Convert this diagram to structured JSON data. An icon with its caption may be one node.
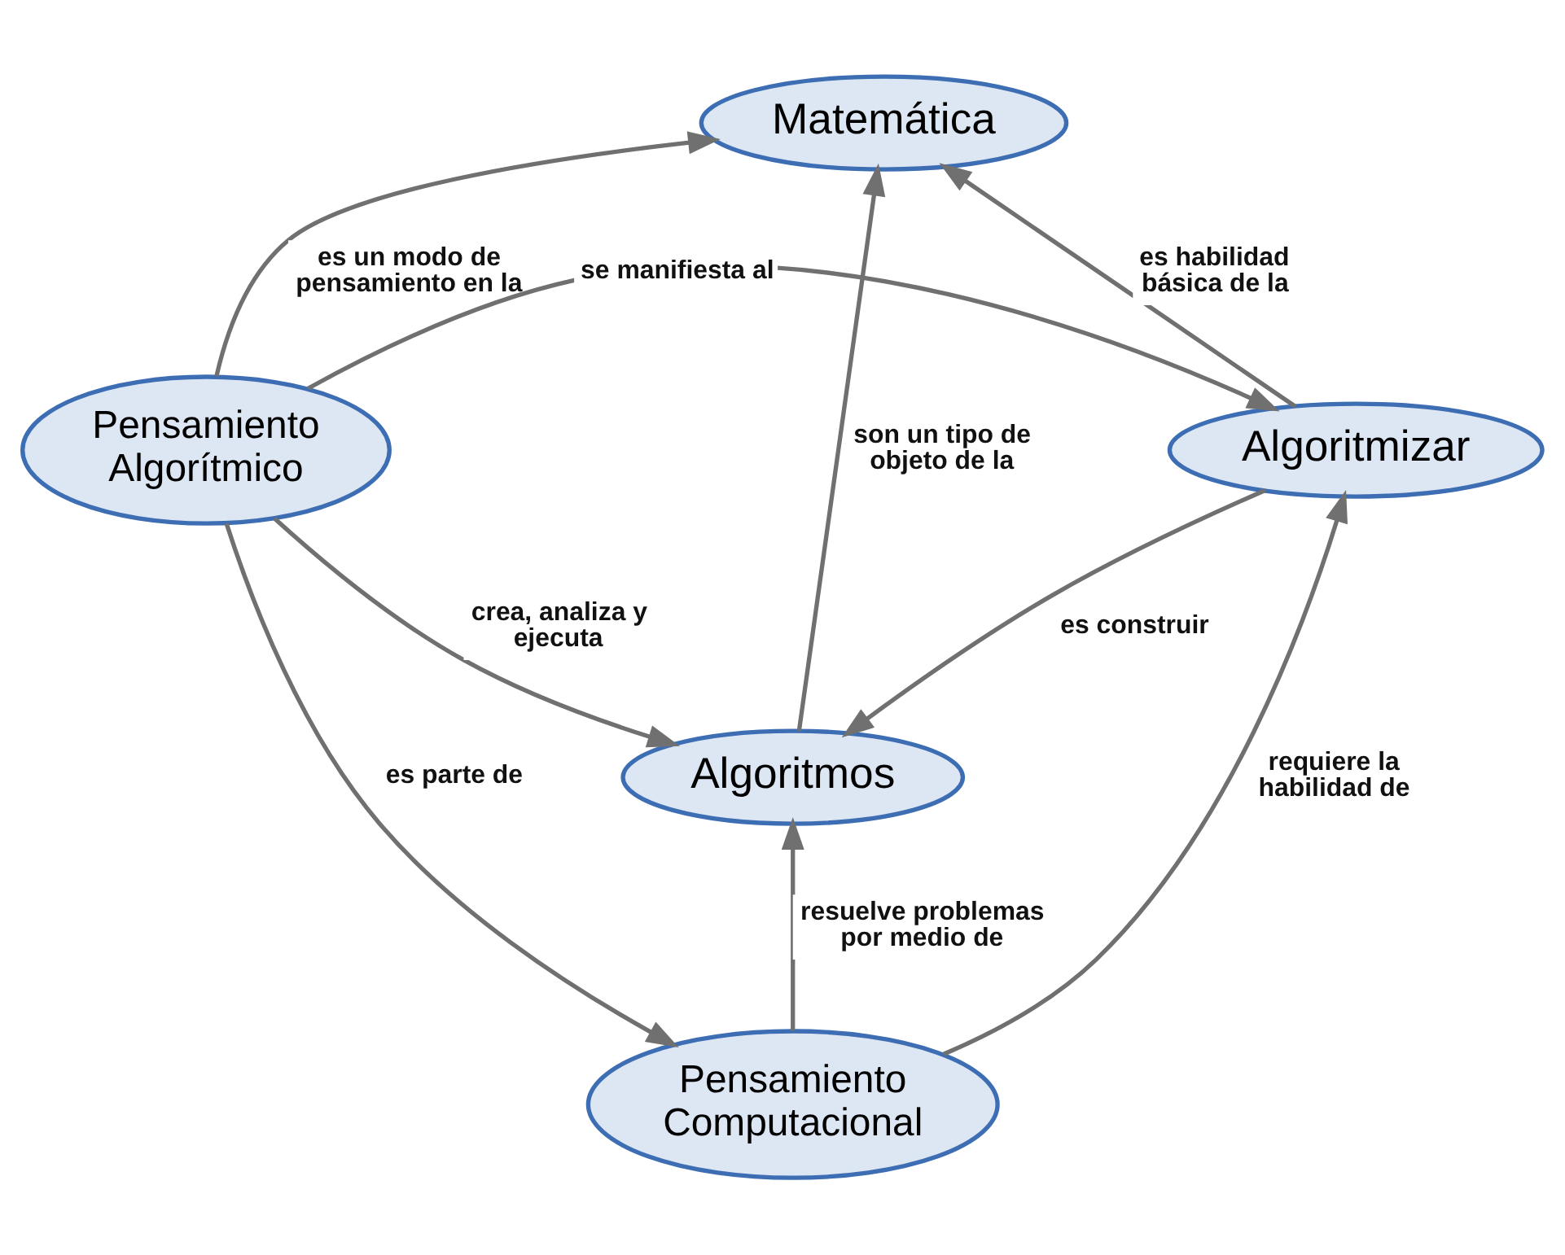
{
  "diagram": {
    "nodes": [
      {
        "text": [
          "Matemática"
        ]
      },
      {
        "text": [
          "Pensamiento Algorítmico"
        ]
      },
      {
        "text": [
          "Algoritmizar"
        ]
      },
      {
        "text": [
          "Algoritmos"
        ]
      },
      {
        "text": [
          "Pensamiento Computacional"
        ]
      }
    ],
    "edges": [
      {
        "from": 1,
        "to": 0,
        "arrow": "to",
        "label": "es un modo de pensamiento en la"
      },
      {
        "from": 1,
        "to": 2,
        "arrow": "to",
        "label": "se manifiesta al"
      },
      {
        "from": 1,
        "to": 3,
        "arrow": "to",
        "label": "crea, analiza y ejecuta"
      },
      {
        "from": 1,
        "to": 4,
        "arrow": "to",
        "label": "es parte de"
      },
      {
        "from": 2,
        "to": 0,
        "arrow": "to",
        "label": "es habilidad básica de la"
      },
      {
        "from": 2,
        "to": 3,
        "arrow": "to",
        "label": "es construir"
      },
      {
        "from": 3,
        "to": 0,
        "arrow": "to",
        "label": "son un tipo de objeto de la"
      },
      {
        "from": 4,
        "to": 3,
        "arrow": "to",
        "label": "resuelve problemas por medio de"
      },
      {
        "from": 4,
        "to": 2,
        "arrow": "to",
        "label": "requiere la habilidad de"
      }
    ]
  }
}
